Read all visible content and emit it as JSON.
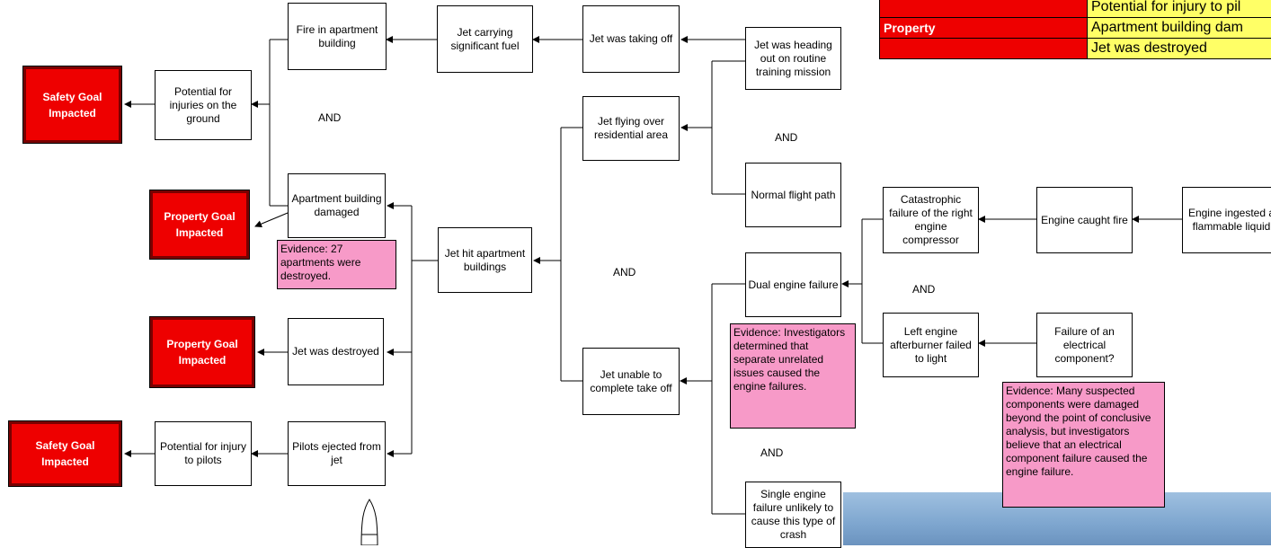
{
  "legend": [
    {
      "category": "",
      "value": "Potential for injury to pil"
    },
    {
      "category": "Property",
      "value": "Apartment building dam"
    },
    {
      "category": "",
      "value": "Jet was destroyed"
    }
  ],
  "goals": {
    "safety1": "Safety Goal Impacted",
    "property1": "Property Goal Impacted",
    "property2": "Property Goal Impacted",
    "safety2": "Safety Goal Impacted"
  },
  "nodes": {
    "fire_apartment": "Fire in apartment building",
    "jet_fuel": "Jet carrying significant fuel",
    "jet_taking_off": "Jet was taking off",
    "jet_heading_out": "Jet was heading out on routine training mission",
    "injuries_ground": "Potential for injuries on the ground",
    "jet_over_residential": "Jet flying over residential area",
    "normal_flight": "Normal flight path",
    "apartment_damaged": "Apartment building damaged",
    "jet_hit_apartment": "Jet hit apartment buildings",
    "catastrophic_failure": "Catastrophic failure of the right engine compressor",
    "engine_caught_fire": "Engine caught fire",
    "engine_ingested": "Engine ingested a flammable liquid",
    "dual_engine": "Dual engine failure",
    "left_engine": "Left engine afterburner failed to light",
    "electrical_failure": "Failure of an electrical component?",
    "jet_destroyed": "Jet was destroyed",
    "jet_unable": "Jet unable to complete take off",
    "injury_pilots": "Potential for injury to pilots",
    "pilots_ejected": "Pilots ejected from jet",
    "single_engine": "Single engine failure unlikely to cause this type of crash"
  },
  "evidence": {
    "apartments": "Evidence:  27 apartments were destroyed.",
    "investigators": "Evidence: Investigators determined that separate unrelated issues caused the engine failures.",
    "components": "Evidence: Many suspected components were damaged beyond the point of conclusive analysis, but investigators believe that an electrical component failure caused the engine failure."
  },
  "and_label": "AND"
}
